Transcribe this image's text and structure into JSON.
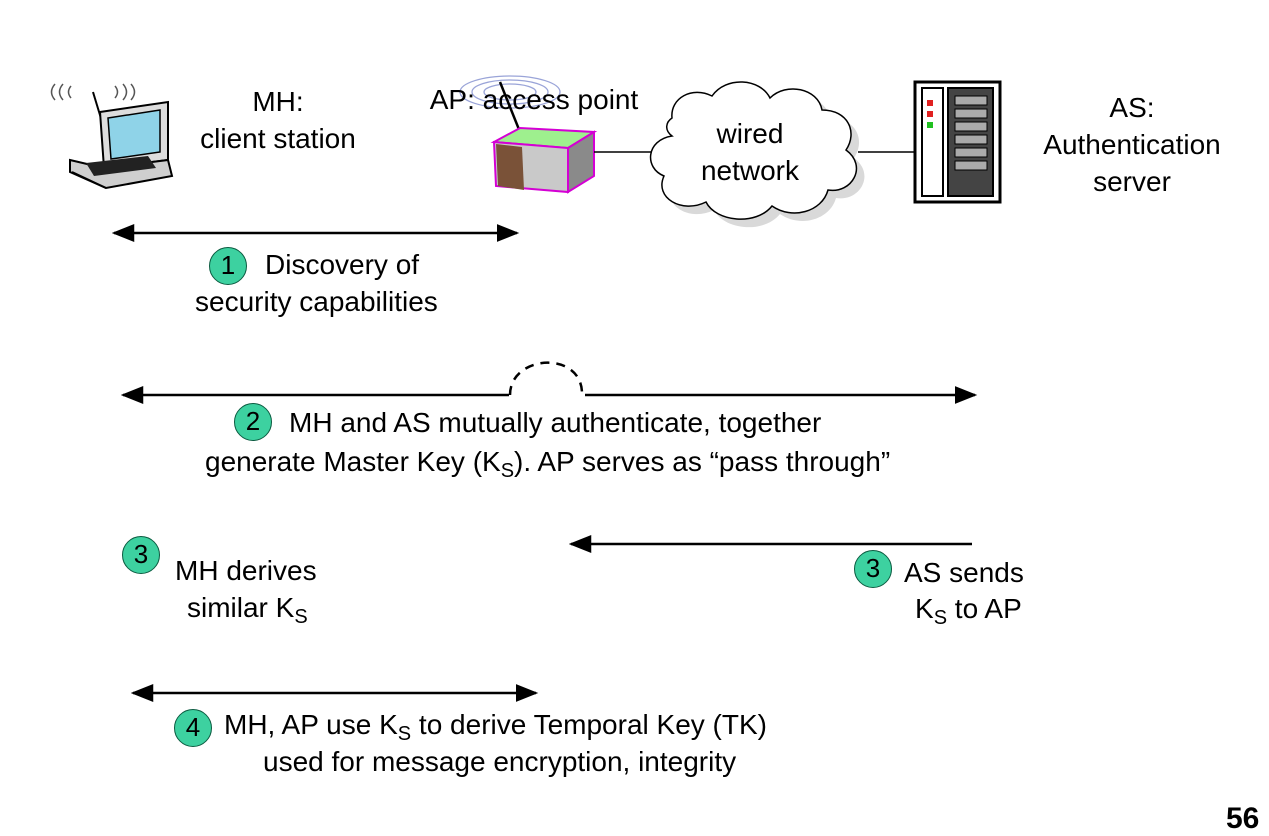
{
  "nodes": {
    "mh": {
      "line1": "MH:",
      "line2": "client station"
    },
    "ap": {
      "line1": "AP: access point"
    },
    "network": {
      "line1": "wired",
      "line2": "network"
    },
    "as": {
      "line1": "AS:",
      "line2": "Authentication",
      "line3": "server"
    }
  },
  "steps": {
    "s1": {
      "num": "1",
      "line1": "Discovery of",
      "line2": "security capabilities"
    },
    "s2": {
      "num": "2",
      "line1": "MH and AS mutually authenticate, together",
      "line2a": "generate Master Key (K",
      "line2sub": "S",
      "line2b": "). AP serves as “pass through”"
    },
    "s3a": {
      "num": "3",
      "line1": "MH derives",
      "line2a": "similar K",
      "line2sub": "S"
    },
    "s3b": {
      "num": "3",
      "line1": "AS sends",
      "line2a": "K",
      "line2sub": "S",
      "line2b": " to AP"
    },
    "s4": {
      "num": "4",
      "line1a": "MH, AP use K",
      "line1sub": "S",
      "line1b": " to derive Temporal Key (TK)",
      "line2": "used for message encryption, integrity"
    }
  },
  "page_number": "56"
}
